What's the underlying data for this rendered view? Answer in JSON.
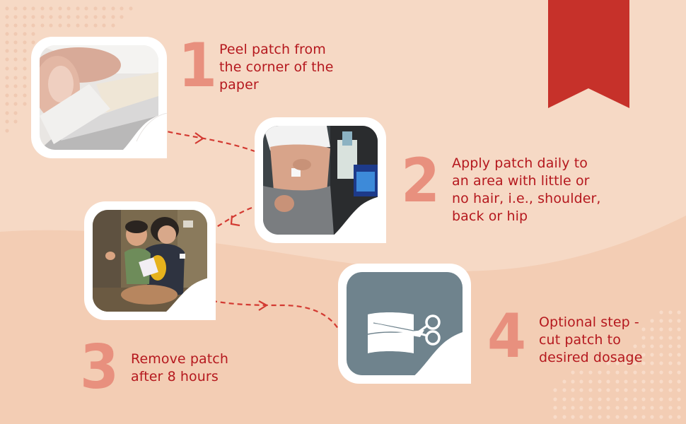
{
  "colors": {
    "background": "#f6d9c5",
    "background_lower": "#f3cfb6",
    "ribbon": "#c6312a",
    "number": "#e8907e",
    "text": "#b5181e",
    "arrow": "#d33a32",
    "scissors_card": "#6f838d"
  },
  "steps": [
    {
      "number": "1",
      "text": "Peel patch from\nthe corner of the\npaper",
      "image": "finger-peeling-patch-photo"
    },
    {
      "number": "2",
      "text": "Apply patch daily to\nan area with little or\nno hair, i.e., shoulder,\nback or hip",
      "image": "patch-on-hip-photo"
    },
    {
      "number": "3",
      "text": "Remove patch\nafter 8 hours",
      "image": "mother-child-patch-on-shoulder-photo"
    },
    {
      "number": "4",
      "text": "Optional step -\ncut patch to\ndesired dosage",
      "image": "scissors-cutting-patch-icon"
    }
  ]
}
